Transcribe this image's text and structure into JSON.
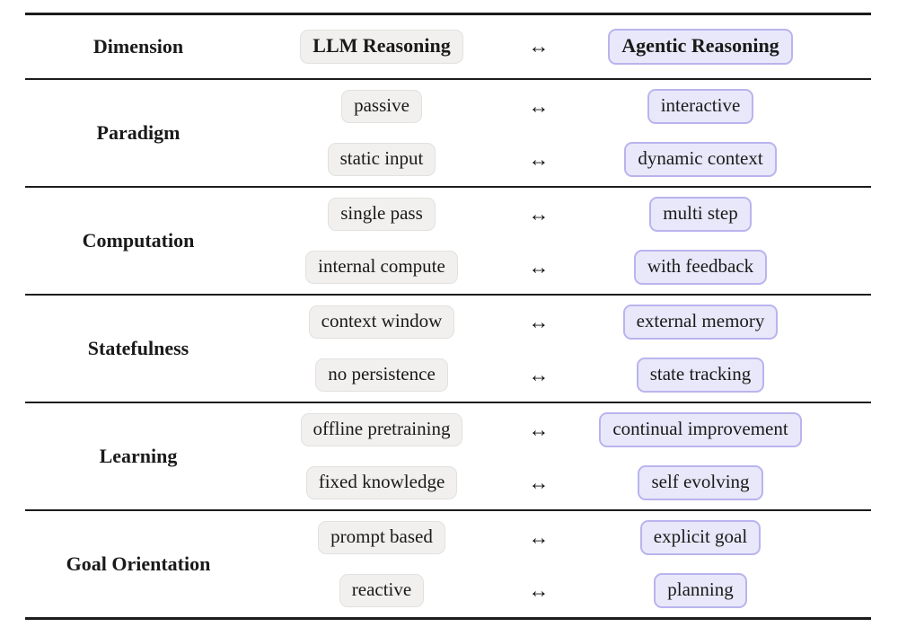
{
  "arrow": "↔",
  "colors": {
    "rule": "#1c1c1c",
    "text": "#1a1a1a",
    "gray_pill_bg": "#f1f0ee",
    "gray_pill_border": "#e2e1df",
    "purple_pill_bg": "#e9e8fa",
    "purple_pill_border": "#b9b4ee"
  },
  "header": {
    "dimension": "Dimension",
    "left": "LLM Reasoning",
    "right": "Agentic Reasoning"
  },
  "sections": [
    {
      "dimension": "Paradigm",
      "rows": [
        {
          "left": "passive",
          "right": "interactive"
        },
        {
          "left": "static input",
          "right": "dynamic context"
        }
      ]
    },
    {
      "dimension": "Computation",
      "rows": [
        {
          "left": "single pass",
          "right": "multi step"
        },
        {
          "left": "internal compute",
          "right": "with feedback"
        }
      ]
    },
    {
      "dimension": "Statefulness",
      "rows": [
        {
          "left": "context window",
          "right": "external memory"
        },
        {
          "left": "no persistence",
          "right": "state tracking"
        }
      ]
    },
    {
      "dimension": "Learning",
      "rows": [
        {
          "left": "offline pretraining",
          "right": "continual improvement"
        },
        {
          "left": "fixed knowledge",
          "right": "self evolving"
        }
      ]
    },
    {
      "dimension": "Goal Orientation",
      "rows": [
        {
          "left": "prompt based",
          "right": "explicit goal"
        },
        {
          "left": "reactive",
          "right": "planning"
        }
      ]
    }
  ]
}
